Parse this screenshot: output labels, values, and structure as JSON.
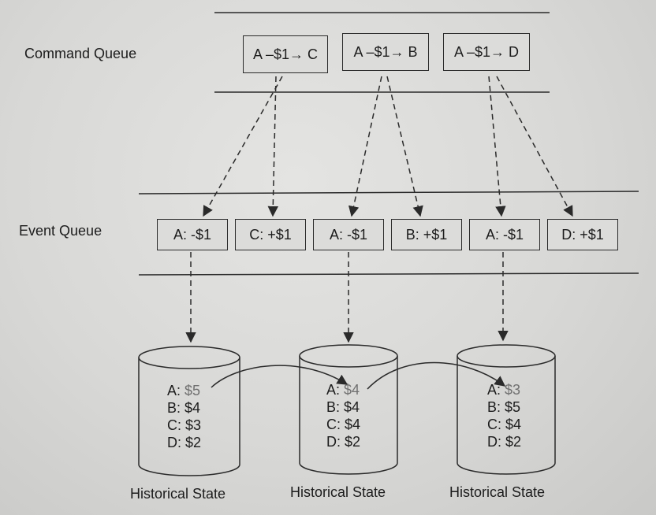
{
  "labels": {
    "command_queue": "Command Queue",
    "event_queue": "Event Queue"
  },
  "commands": [
    "A –$1→ C",
    "A –$1→ B",
    "A –$1→ D"
  ],
  "events": [
    "A: -$1",
    "C: +$1",
    "A: -$1",
    "B: +$1",
    "A: -$1",
    "D: +$1"
  ],
  "states": [
    {
      "caption": "Historical State",
      "rows": [
        {
          "key": "A:",
          "value": "$5"
        },
        {
          "key": "B:",
          "value": "$4"
        },
        {
          "key": "C:",
          "value": "$3"
        },
        {
          "key": "D:",
          "value": "$2"
        }
      ]
    },
    {
      "caption": "Historical State",
      "rows": [
        {
          "key": "A:",
          "value": "$4"
        },
        {
          "key": "B:",
          "value": "$4"
        },
        {
          "key": "C:",
          "value": "$4"
        },
        {
          "key": "D:",
          "value": "$2"
        }
      ]
    },
    {
      "caption": "Historical State",
      "rows": [
        {
          "key": "A:",
          "value": "$3"
        },
        {
          "key": "B:",
          "value": "$5"
        },
        {
          "key": "C:",
          "value": "$4"
        },
        {
          "key": "D:",
          "value": "$2"
        }
      ]
    }
  ],
  "colors": {
    "line": "#2a2a2a",
    "changed_value": "#707070"
  }
}
